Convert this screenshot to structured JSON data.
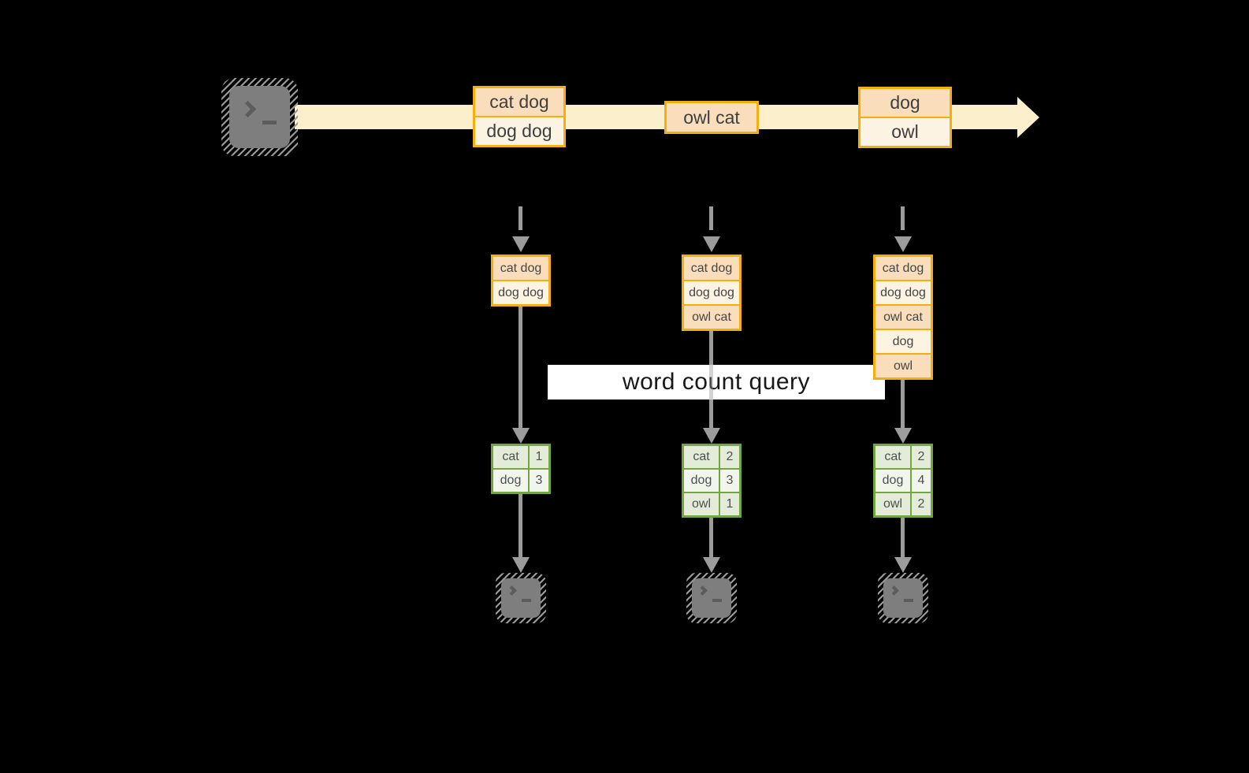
{
  "query_label": "word count query",
  "stream": {
    "events": [
      {
        "rows": [
          "cat dog",
          "dog dog"
        ]
      },
      {
        "rows": [
          "owl cat"
        ]
      },
      {
        "rows": [
          "dog",
          "owl"
        ]
      }
    ]
  },
  "snapshots": [
    {
      "stack": [
        "cat dog",
        "dog dog"
      ],
      "counts": [
        {
          "word": "cat",
          "count": "1"
        },
        {
          "word": "dog",
          "count": "3"
        }
      ]
    },
    {
      "stack": [
        "cat dog",
        "dog dog",
        "owl cat"
      ],
      "counts": [
        {
          "word": "cat",
          "count": "2"
        },
        {
          "word": "dog",
          "count": "3"
        },
        {
          "word": "owl",
          "count": "1"
        }
      ]
    },
    {
      "stack": [
        "cat dog",
        "dog dog",
        "owl cat",
        "dog",
        "owl"
      ],
      "counts": [
        {
          "word": "cat",
          "count": "2"
        },
        {
          "word": "dog",
          "count": "4"
        },
        {
          "word": "owl",
          "count": "2"
        }
      ]
    }
  ],
  "icons": {
    "source": "terminal-icon",
    "sinks": [
      "terminal-icon",
      "terminal-icon",
      "terminal-icon"
    ]
  },
  "colors": {
    "background": "#000000",
    "stream_band": "#FCEFCB",
    "accent_gold": "#F2AF0D",
    "fill_peach": "#FADEBC",
    "fill_cream": "#FCF3E2",
    "accent_green": "#73A63F",
    "fill_green_dark": "#E3EBD9",
    "fill_green_light": "#F1F6EC",
    "arrow_gray": "#9C9C9C",
    "icon_gray": "#7E7E7E"
  }
}
